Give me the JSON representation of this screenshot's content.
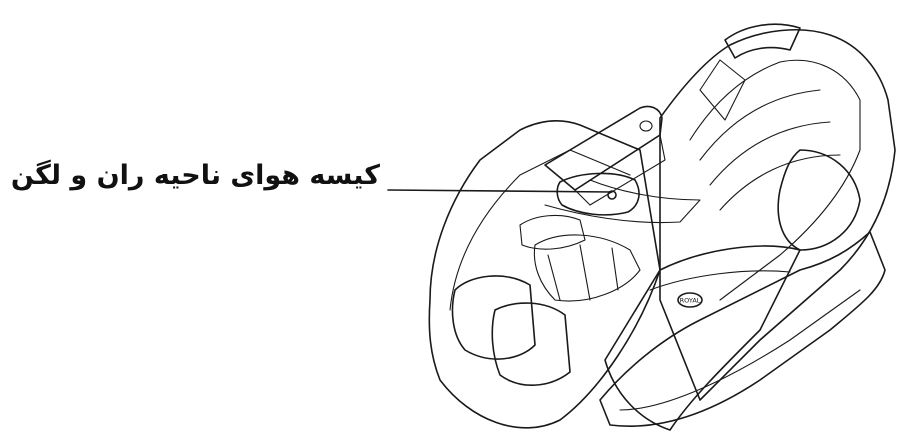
{
  "callout": {
    "text": "کیسه هوای ناحیه ران و لگن"
  },
  "badge": {
    "text": "ROYAL"
  },
  "colors": {
    "line": "#1a1a1a",
    "text": "#111111",
    "background": "#ffffff"
  },
  "icons": [
    "massage-chair-outline",
    "seat-airbag-outline",
    "brand-badge"
  ]
}
